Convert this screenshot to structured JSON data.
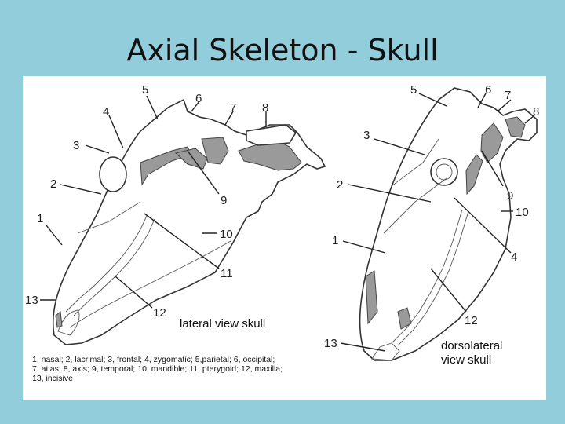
{
  "slide": {
    "title": "Axial Skeleton - Skull"
  },
  "lateral": {
    "caption_line1": "lateral view skull",
    "labels": {
      "l1": "1",
      "l2": "2",
      "l3": "3",
      "l4": "4",
      "l5": "5",
      "l6": "6",
      "l7": "7",
      "l8": "8",
      "l9": "9",
      "l10": "10",
      "l11": "11",
      "l12": "12",
      "l13": "13"
    }
  },
  "dorsolateral": {
    "caption_line1": "dorsolateral",
    "caption_line2": "view skull",
    "labels": {
      "l1": "1",
      "l2": "2",
      "l3": "3",
      "l4": "4",
      "l5": "5",
      "l6": "6",
      "l7": "7",
      "l8": "8",
      "l9": "9",
      "l10": "10",
      "l12": "12",
      "l13": "13"
    }
  },
  "legend": {
    "line1": "1, nasal; 2, lacrimal; 3, frontal; 4, zygomatic; 5,parietal; 6, occipital;",
    "line2": "7, atlas; 8, axis; 9, temporal; 10, mandible; 11, pterygoid; 12, maxilla;",
    "line3": "13, incisive"
  }
}
